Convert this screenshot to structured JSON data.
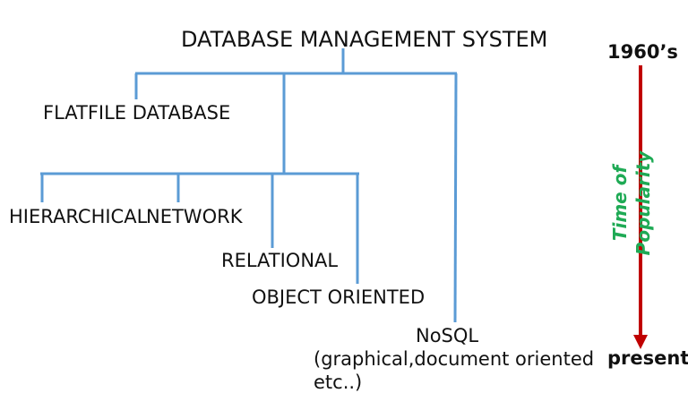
{
  "colors": {
    "connector": "#5b9bd5",
    "timeline_arrow": "#c00000",
    "timeline_label": "#1faa55",
    "text": "#111111"
  },
  "root": {
    "label": "DATABASE MANAGEMENT SYSTEM"
  },
  "nodes": {
    "flatfile": "FLATFILE DATABASE",
    "hierarchical": "HIERARCHICAL",
    "network": "NETWORK",
    "relational": "RELATIONAL",
    "object_oriented": "OBJECT ORIENTED",
    "nosql": "NoSQL",
    "nosql_detail_1": "(graphical,document oriented",
    "nosql_detail_2": "etc..)"
  },
  "timeline": {
    "start": "1960’s",
    "end": "present",
    "axis_label_line1": "Time of",
    "axis_label_line2": "Popularity"
  }
}
